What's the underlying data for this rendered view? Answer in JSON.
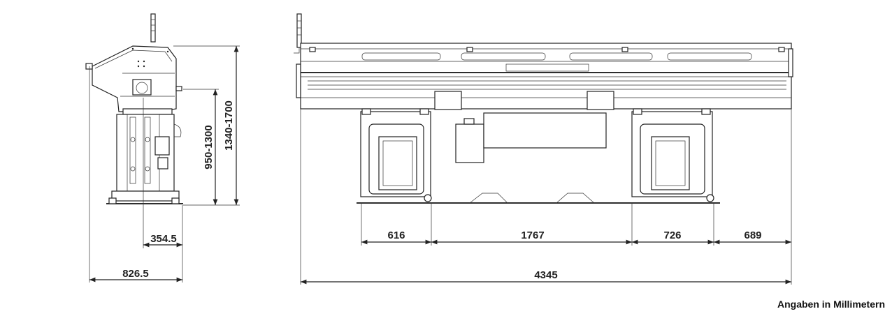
{
  "dimensions": {
    "d_354": "354.5",
    "d_826": "826.5",
    "d_height_range": "950-1300",
    "d_total_height": "1340-1700",
    "d_616": "616",
    "d_1767": "1767",
    "d_726": "726",
    "d_689": "689",
    "d_4345": "4345"
  },
  "units_note": "Angaben in Millimetern"
}
